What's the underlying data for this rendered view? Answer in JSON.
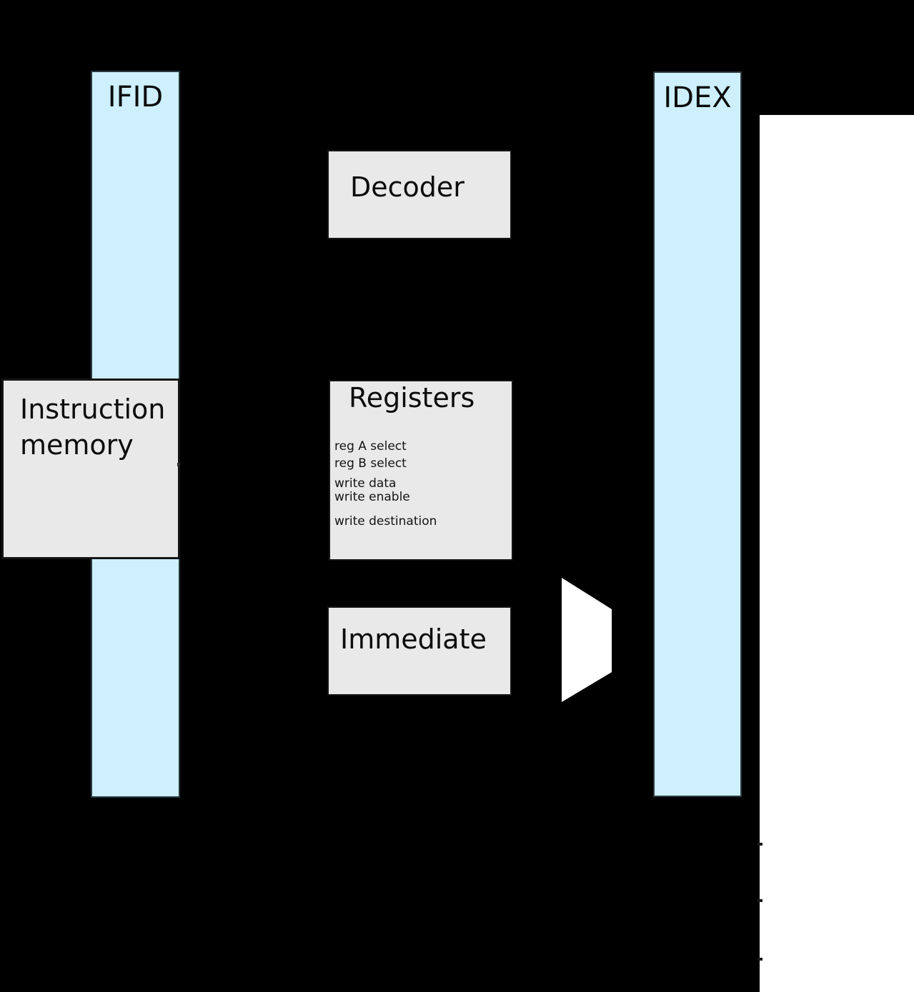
{
  "colors": {
    "background": "#000000",
    "latch_fill": "#cdf0fc",
    "block_fill": "#e9e9e9",
    "region_fill": "#ffffff",
    "wire_color": "#1a1a1a",
    "text_color": "#111111"
  },
  "latches": {
    "ifid": {
      "label": "IFID"
    },
    "idex": {
      "label": "IDEX"
    }
  },
  "blocks": {
    "decoder": {
      "label": "Decoder"
    },
    "instruction_memory": {
      "lines": [
        "Instruction",
        "memory"
      ]
    },
    "registers": {
      "title": "Registers",
      "ports": [
        "reg A select",
        "reg B select",
        "write data",
        "write enable",
        "write destination"
      ]
    },
    "immediate": {
      "label": "Immediate"
    }
  }
}
